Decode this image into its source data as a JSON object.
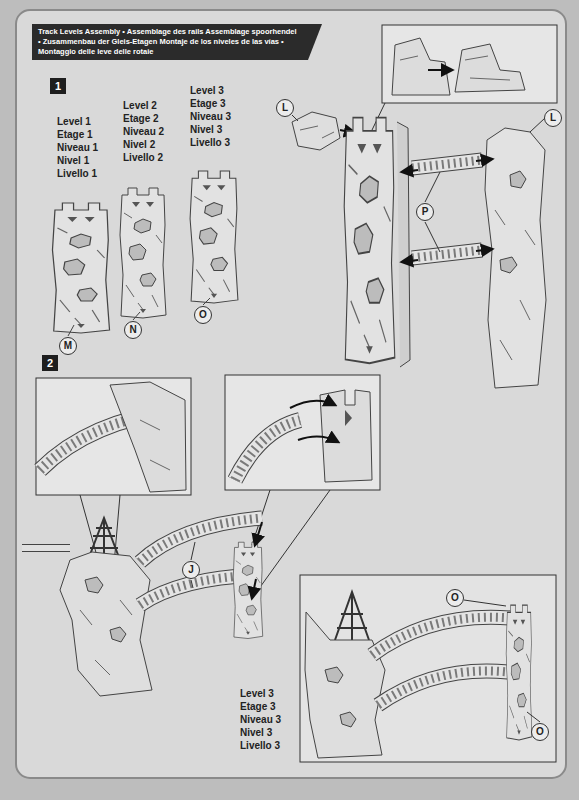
{
  "diagram": {
    "title": "Track Levels Assembly • Assemblage des rails Assemblage spoorhendel • Zusammenbau der Gleis-Etagen Montaje de los niveles de las vías • Montaggio delle leve delle rotaie",
    "nodes": [
      {
        "text": [
          "1"
        ]
      },
      {
        "text": [
          "L"
        ]
      },
      {
        "text": [
          "L"
        ]
      },
      {
        "text": [
          "P"
        ]
      },
      {
        "text": [
          "M"
        ]
      },
      {
        "text": [
          "N"
        ]
      },
      {
        "text": [
          "O"
        ]
      },
      {
        "text": [
          "2"
        ]
      },
      {
        "text": [
          "J"
        ]
      },
      {
        "text": [
          "O"
        ]
      },
      {
        "text": [
          "O"
        ]
      }
    ],
    "labels": [
      "Level 1",
      "Etage 1",
      "Niveau 1",
      "Nivel 1",
      "Livello 1",
      "Level 2",
      "Etage 2",
      "Niveau 2",
      "Nivel 2",
      "Livello 2",
      "Level 3",
      "Etage 3",
      "Niveau 3",
      "Nivel 3",
      "Livello 3",
      "Level 3",
      "Etage 3",
      "Niveau 3",
      "Nivel 3",
      "Livello 3"
    ]
  }
}
